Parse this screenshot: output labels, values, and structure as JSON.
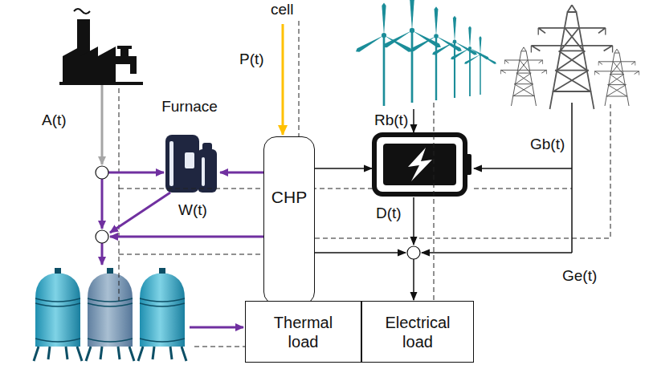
{
  "diagram": {
    "nodes": [
      {
        "text": [
          "Furnace"
        ]
      },
      {
        "text": [
          "CHP"
        ]
      },
      {
        "text": [
          "Thermal load"
        ]
      },
      {
        "text": [
          "Electrical load"
        ]
      }
    ],
    "edges": [
      {
        "from": 1,
        "to": 0,
        "arrow": "to"
      }
    ],
    "labels": [
      "A(t)",
      "cell",
      "P(t)",
      "W(t)",
      "Rb(t)",
      "D(t)",
      "Gb(t)",
      "Ge(t)"
    ]
  }
}
